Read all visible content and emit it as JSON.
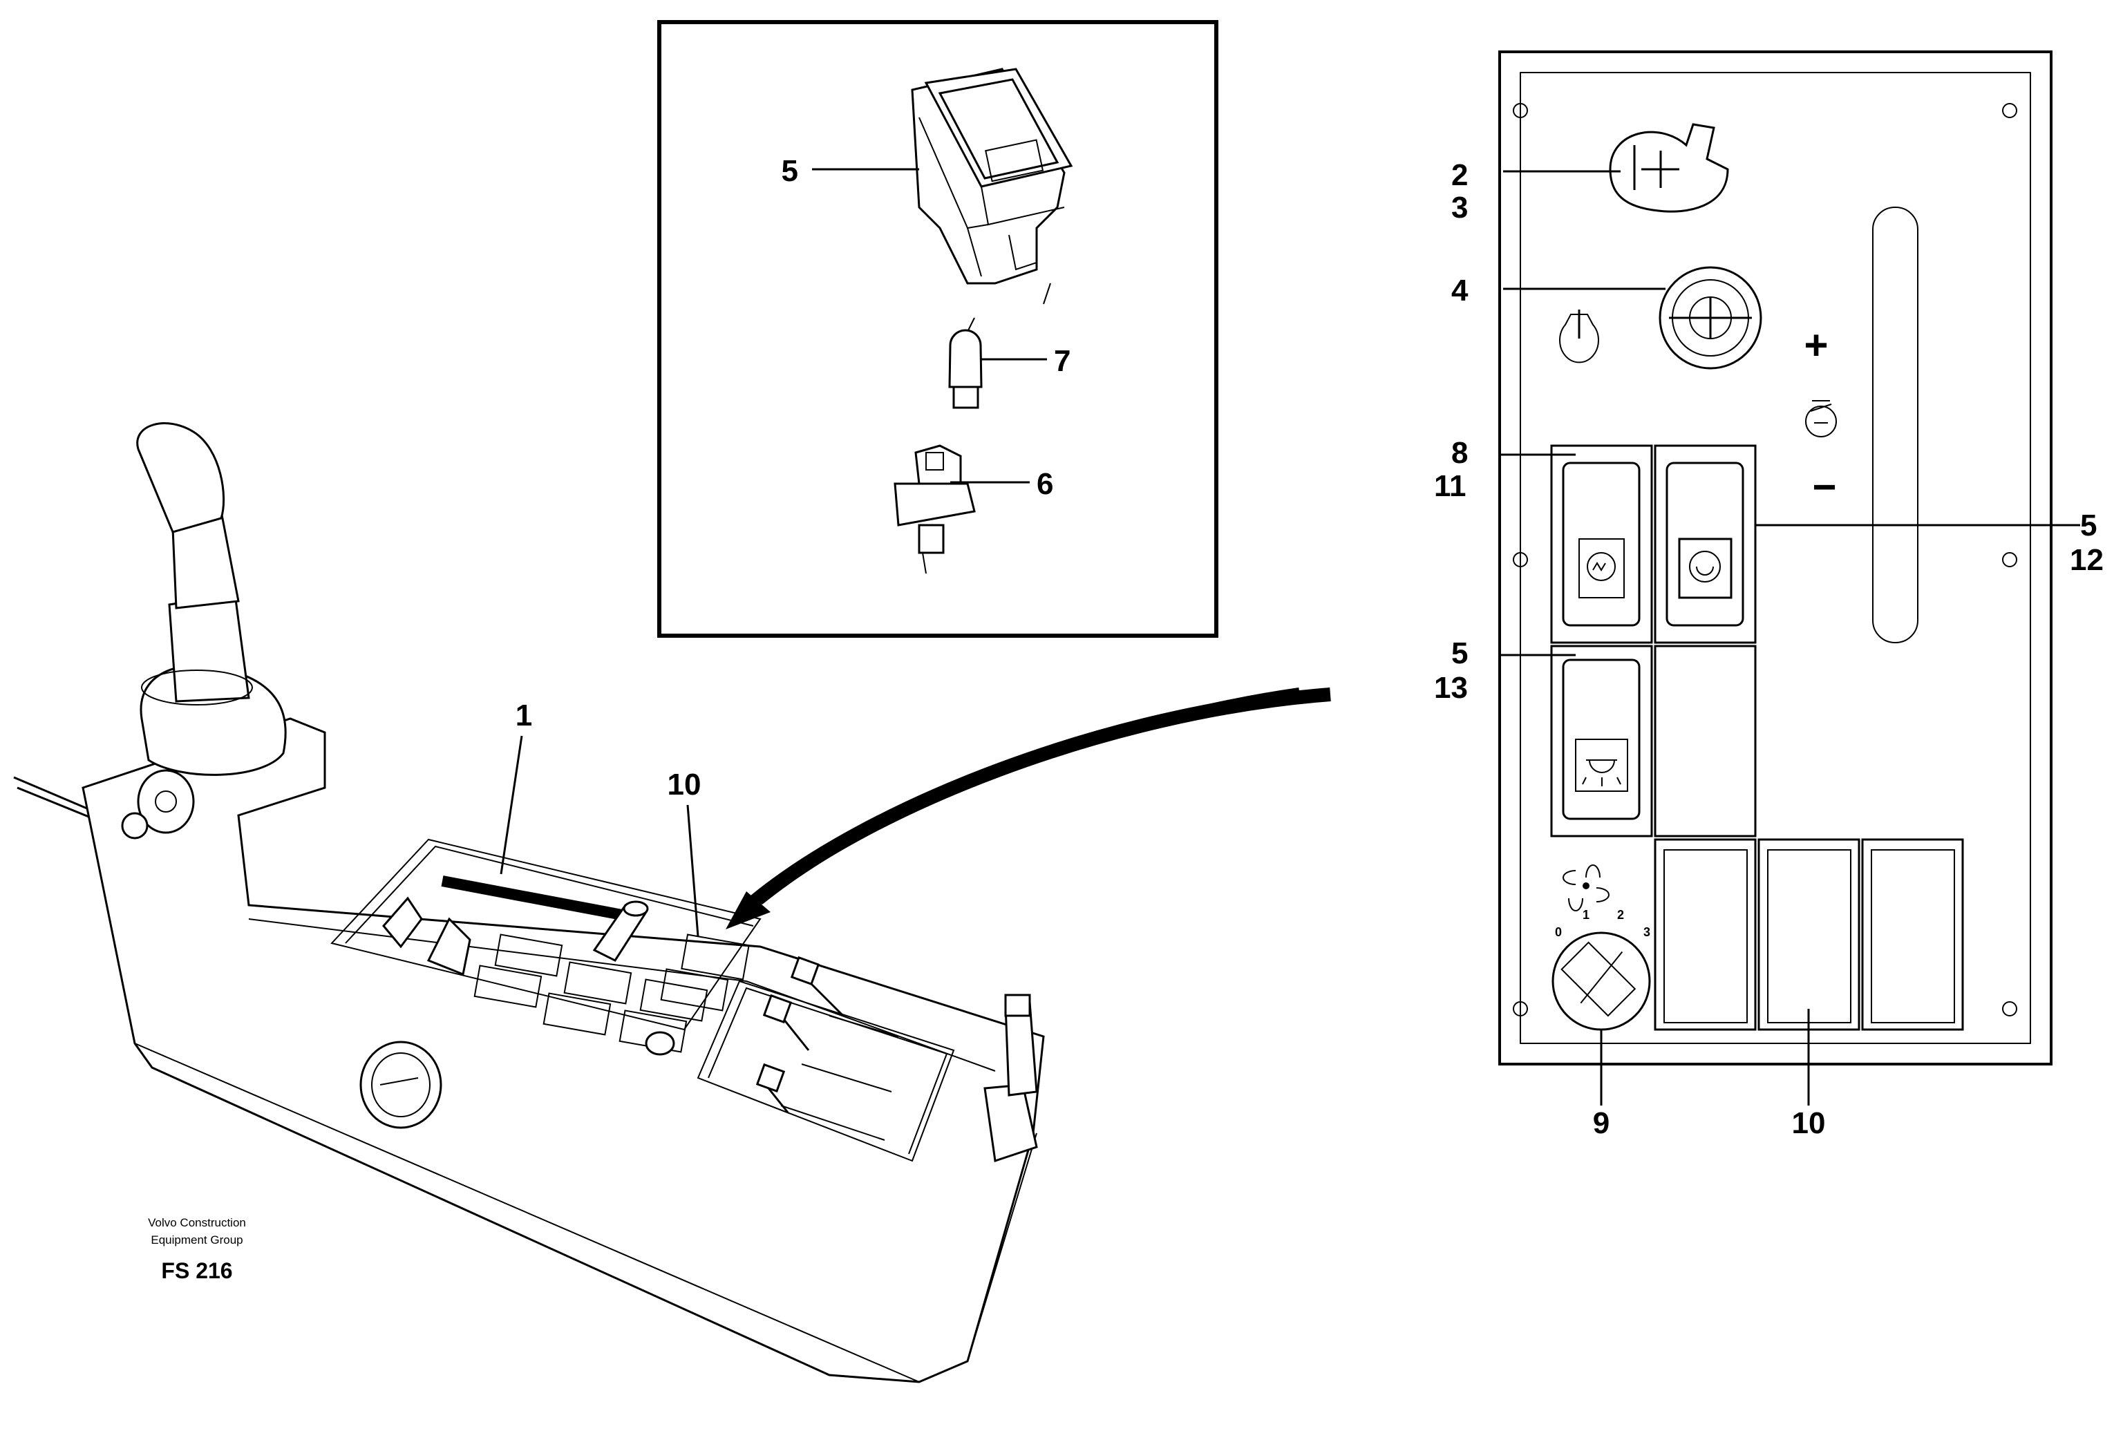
{
  "footer": {
    "company_line1": "Volvo Construction",
    "company_line2": "Equipment Group",
    "code": "FS 216"
  },
  "inset_callouts": {
    "switch": "5",
    "bulb": "7",
    "holder": "6"
  },
  "console_callouts": {
    "slider": "1",
    "blank_cover": "10"
  },
  "panel_callouts": {
    "a": "2",
    "b": "3",
    "c": "4",
    "d": "8",
    "e": "11",
    "f": "5",
    "g": "12",
    "h": "5",
    "i": "13",
    "j": "9",
    "k": "10"
  },
  "panel_marks": {
    "plus": "+",
    "minus": "−",
    "fan_0": "0",
    "fan_1": "1",
    "fan_2": "2",
    "fan_3": "3"
  }
}
